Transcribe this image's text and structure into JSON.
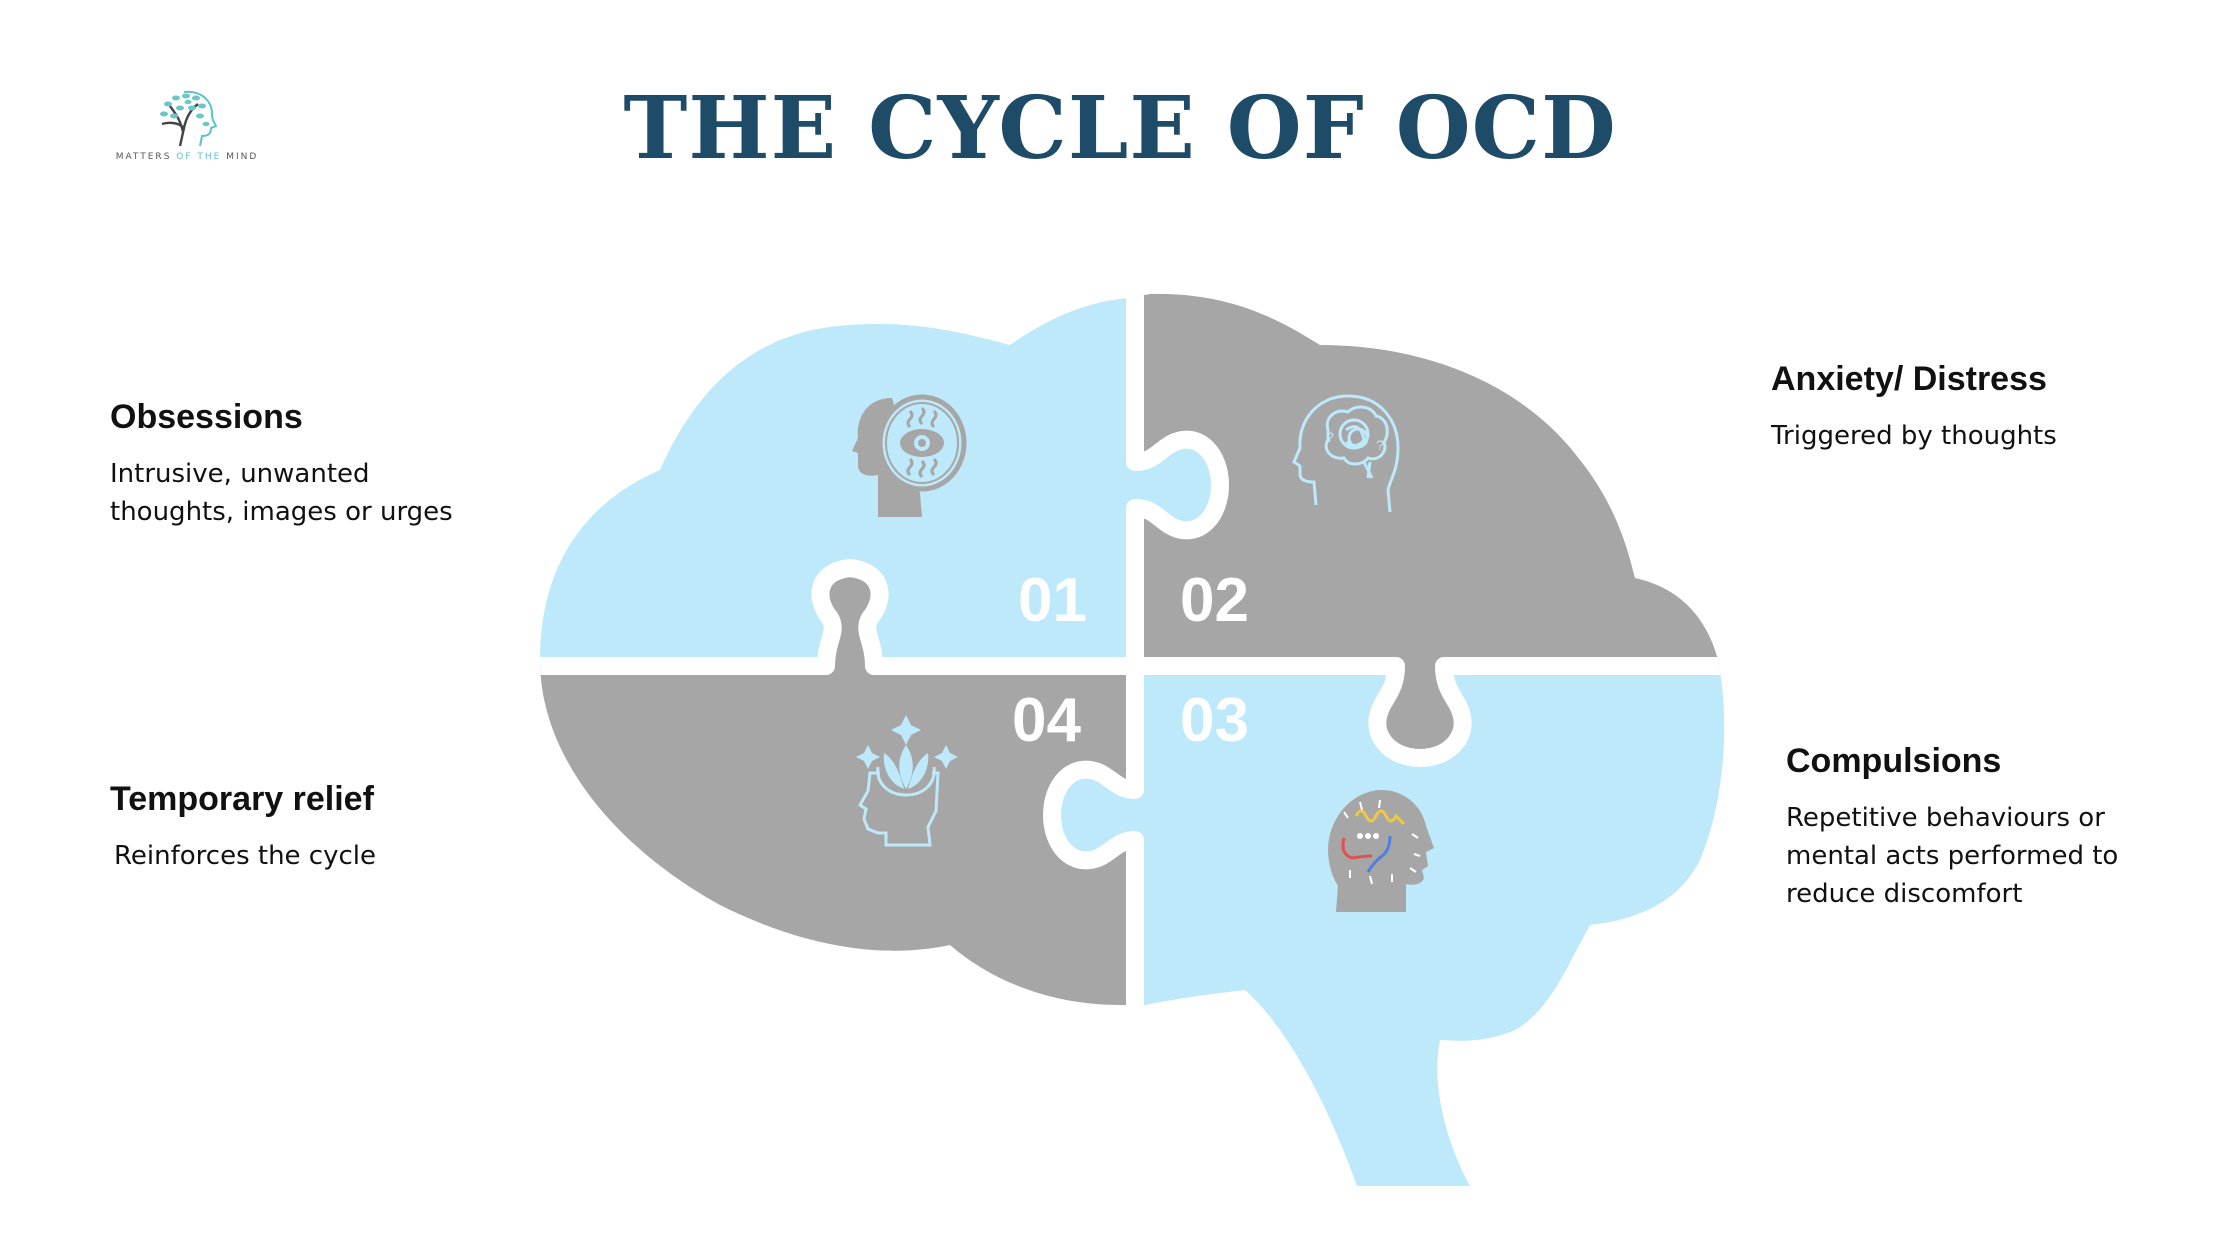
{
  "logo": {
    "text_a": "MATTERS ",
    "text_b": "OF THE",
    "text_c": " MIND",
    "icon": "tree-head-icon"
  },
  "title": "THE CYCLE OF OCD",
  "colors": {
    "title": "#1d4b68",
    "light_blue": "#bde9fa",
    "gray": "#a6a6a6",
    "accent": "#5cc3c9"
  },
  "steps": [
    {
      "number": "01",
      "title": "Obsessions",
      "description_lines": [
        "Intrusive, unwanted",
        "thoughts, images or urges"
      ],
      "icon": "head-eye-icon"
    },
    {
      "number": "02",
      "title": "Anxiety/ Distress",
      "description_lines": [
        "Triggered by thoughts"
      ],
      "icon": "head-tangled-brain-icon"
    },
    {
      "number": "03",
      "title": "Compulsions",
      "description_lines": [
        "Repetitive behaviours or",
        "mental acts performed to",
        "reduce discomfort"
      ],
      "icon": "head-arrows-icon"
    },
    {
      "number": "04",
      "title": "Temporary relief",
      "description_lines": [
        "Reinforces the cycle"
      ],
      "icon": "head-lotus-icon"
    }
  ]
}
